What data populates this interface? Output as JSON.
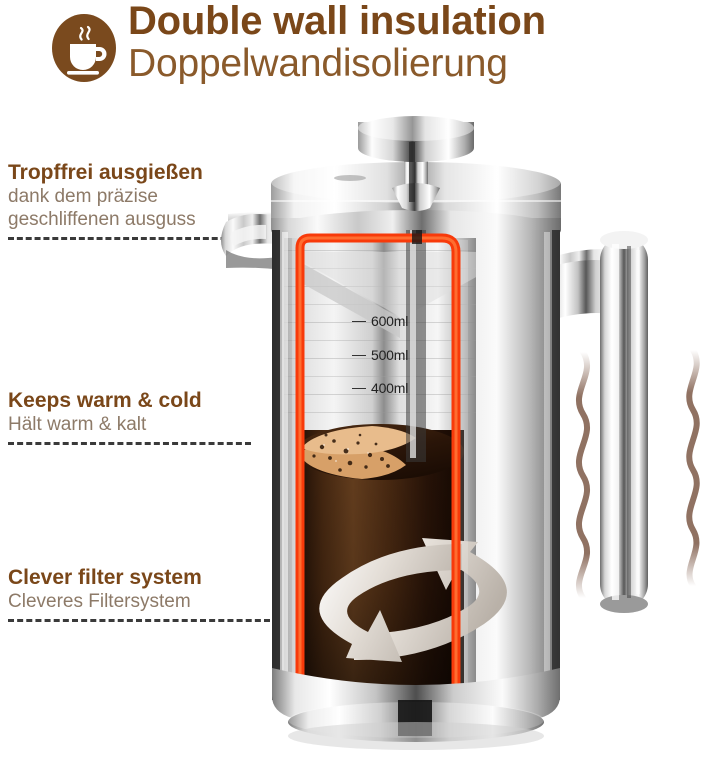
{
  "header": {
    "icon": "coffee-cup-icon",
    "title_en": "Double wall insulation",
    "title_de": "Doppelwandisolierung",
    "title_color": "#7a4719",
    "subtitle_color": "#8a5a2b",
    "badge_color": "#7a4a1e"
  },
  "features": [
    {
      "title": "Tropffrei ausgießen",
      "subtitle": "dank dem präzise\ngeschliffenen ausguss",
      "subtitle_line1": "dank dem präzise",
      "subtitle_line2": "geschliffenen ausguss",
      "connector": "dashed-line"
    },
    {
      "title": "Keeps warm & cold",
      "subtitle_line1": "Hält warm & kalt",
      "subtitle_line2": "",
      "connector": "dashed-line"
    },
    {
      "title": "Clever filter system",
      "subtitle_line1": "Cleveres Filtersystem",
      "subtitle_line2": "",
      "connector": "dashed-line"
    }
  ],
  "product": {
    "name": "french-press-coffee-maker",
    "volume_marks": [
      "600ml",
      "500ml",
      "400ml"
    ],
    "insulation_highlight_color": "#f83a0a",
    "steam_color": "#8a6a5a",
    "coffee_color": "#2d1608",
    "crema_color": "#d9a46a",
    "chrome_light": "#ffffff",
    "chrome_dark": "#2b2b2b",
    "parts": [
      "plunger-knob",
      "lid",
      "pour-spout",
      "carafe-body",
      "handle",
      "base",
      "circulation-arrows",
      "steam-waves"
    ]
  }
}
